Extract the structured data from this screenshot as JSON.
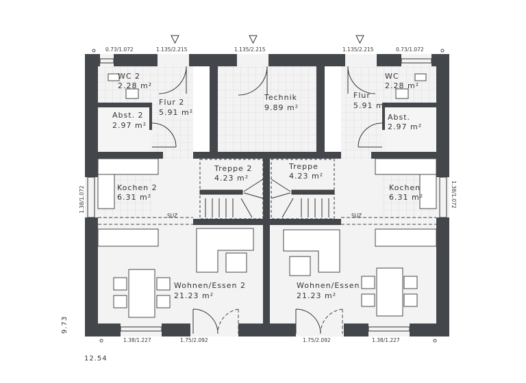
{
  "plan": {
    "overall_width": "12.54",
    "overall_depth": "9.73",
    "rooms": [
      {
        "name": "WC 2",
        "area": "2.28 m²"
      },
      {
        "name": "Flur 2",
        "area": "5.91 m²"
      },
      {
        "name": "Abst. 2",
        "area": "2.97 m²"
      },
      {
        "name": "Technik",
        "area": "9.89 m²"
      },
      {
        "name": "Flur",
        "area": "5.91 m²"
      },
      {
        "name": "WC",
        "area": "2.28 m²"
      },
      {
        "name": "Abst.",
        "area": "2.97 m²"
      },
      {
        "name": "Treppe 2",
        "area": "4.23 m²"
      },
      {
        "name": "Treppe",
        "area": "4.23 m²"
      },
      {
        "name": "Kochen 2",
        "area": "6.31 m²"
      },
      {
        "name": "Kochen",
        "area": "6.31 m²"
      },
      {
        "name": "Wohnen/Essen 2",
        "area": "21.23 m²"
      },
      {
        "name": "Wohnen/Essen",
        "area": "21.23 m²"
      }
    ],
    "top_openings": [
      "0.73/1.072",
      "1.135/2.215",
      "1.135/2.215",
      "1.135/2.215",
      "0.73/1.072"
    ],
    "bottom_openings": [
      "1.38/1.227",
      "1.75/2.092",
      "1.75/2.092",
      "1.38/1.227"
    ],
    "side_openings": [
      "1.38/1.072",
      "1.38/1.072"
    ],
    "suz_labels": [
      "SUZ",
      "SUZ"
    ],
    "entrance_marker_icon": "triangle-down",
    "colors": {
      "wall": "#43474b",
      "floor": "#f3f3f3"
    }
  }
}
